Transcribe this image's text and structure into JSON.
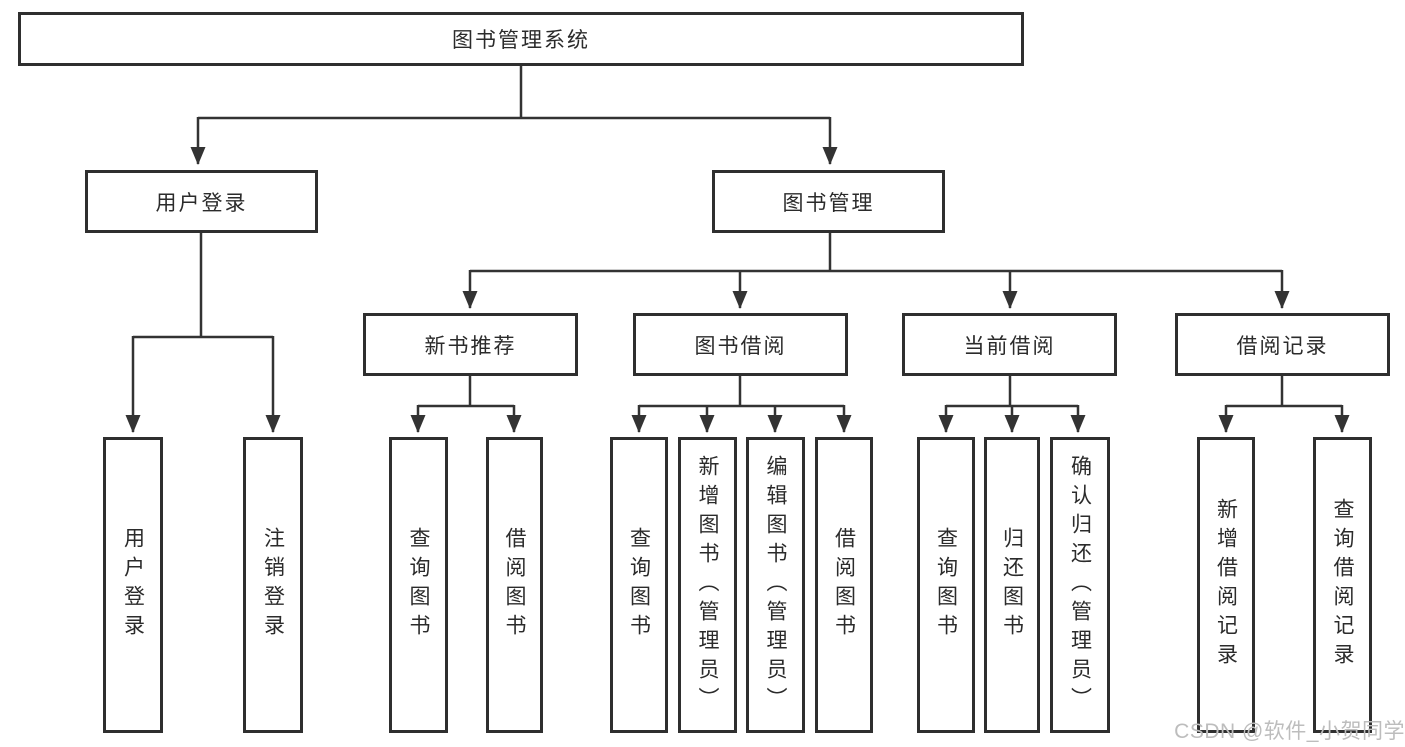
{
  "diagram": {
    "root": {
      "label": "图书管理系统"
    },
    "branches": [
      {
        "label": "用户登录",
        "children": [
          {
            "label": "用户登录"
          },
          {
            "label": "注销登录"
          }
        ]
      },
      {
        "label": "图书管理",
        "children": [
          {
            "label": "新书推荐",
            "children": [
              {
                "label": "查询图书"
              },
              {
                "label": "借阅图书"
              }
            ]
          },
          {
            "label": "图书借阅",
            "children": [
              {
                "label": "查询图书"
              },
              {
                "label": "新增图书（管理员）"
              },
              {
                "label": "编辑图书（管理员）"
              },
              {
                "label": "借阅图书"
              }
            ]
          },
          {
            "label": "当前借阅",
            "children": [
              {
                "label": "查询图书"
              },
              {
                "label": "归还图书"
              },
              {
                "label": "确认归还（管理员）"
              }
            ]
          },
          {
            "label": "借阅记录",
            "children": [
              {
                "label": "新增借阅记录"
              },
              {
                "label": "查询借阅记录"
              }
            ]
          }
        ]
      }
    ]
  },
  "watermark": {
    "text": "CSDN @软件_小贺同学"
  },
  "colors": {
    "line": "#333333",
    "border": "#2f2f2f",
    "text": "#2b2b2b",
    "background": "#ffffff",
    "watermark": "#bdbdbd"
  }
}
